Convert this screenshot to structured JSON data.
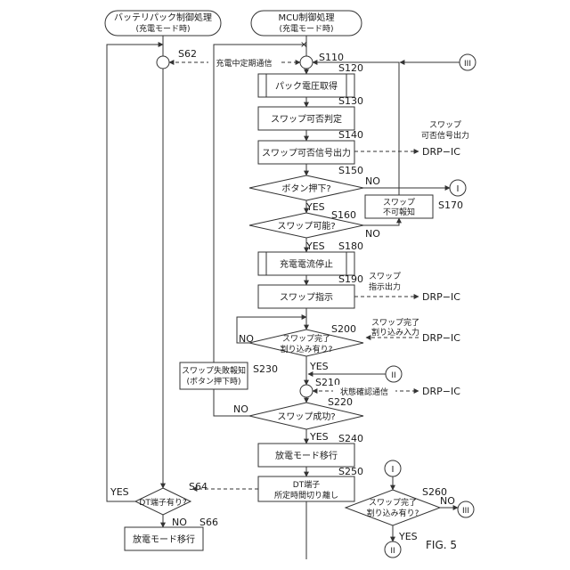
{
  "headers": {
    "battery": [
      "バッテリパック制御処理",
      "(充電モード時)"
    ],
    "mcu": [
      "MCU制御処理",
      "(充電モード時)"
    ]
  },
  "steps": {
    "s62": "S62",
    "s64": "S64",
    "s66": "S66",
    "s110": "S110",
    "s120": "S120",
    "s130": "S130",
    "s140": "S140",
    "s150": "S150",
    "s160": "S160",
    "s170": "S170",
    "s180": "S180",
    "s190": "S190",
    "s200": "S200",
    "s210": "S210",
    "s220": "S220",
    "s230": "S230",
    "s240": "S240",
    "s250": "S250",
    "s260": "S260"
  },
  "boxes": {
    "s120": "パック電圧取得",
    "s130": "スワップ可否判定",
    "s140": "スワップ可否信号出力",
    "s170": [
      "スワップ",
      "不可報知"
    ],
    "s180": "充電電流停止",
    "s190": "スワップ指示",
    "s230": [
      "スワップ失敗報知",
      "(ボタン押下時)"
    ],
    "s240": "放電モード移行",
    "s250": [
      "DT端子",
      "所定時間切り離し"
    ],
    "s66": "放電モード移行"
  },
  "decisions": {
    "s150": "ボタン押下?",
    "s160": "スワップ可能?",
    "s200": [
      "スワップ完了",
      "割り込み有り?"
    ],
    "s220": "スワップ成功?",
    "s64": "DT端子有り?",
    "s260": [
      "スワップ完了",
      "割り込み有り?"
    ]
  },
  "branches": {
    "yes": "YES",
    "no": "NO"
  },
  "signals": {
    "charge_comm": "充電中定期通信",
    "swap_signal": [
      "スワップ",
      "可否信号出力"
    ],
    "swap_instruction": [
      "スワップ",
      "指示出力"
    ],
    "swap_complete_input": [
      "スワップ完了",
      "割り込み入力"
    ],
    "status_comm": "状態確認通信",
    "drp": "DRP−IC"
  },
  "connectors": {
    "one": "I",
    "two": "II",
    "three": "III"
  },
  "figure_label": "FIG. 5"
}
